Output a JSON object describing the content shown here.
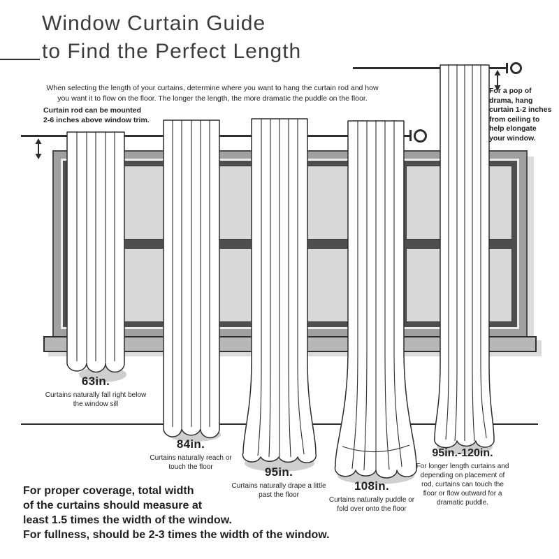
{
  "title": {
    "line1": "Window Curtain Guide",
    "line2": "to Find the Perfect Length"
  },
  "intro": "When selecting the length of your curtains, determine where you want to hang the curtain rod and how you want it to flow on the floor. The longer the length, the more dramatic the puddle on the floor.",
  "rod_note": {
    "line1": "Curtain rod can be mounted",
    "line2": "2-6 inches above window trim."
  },
  "ceiling_note": {
    "lines": [
      "For a pop of",
      "drama, hang",
      "curtain 1-2 inches",
      "from ceiling to",
      "help elongate",
      "your window."
    ]
  },
  "curtains": [
    {
      "length": "63in.",
      "description": "Curtains naturally fall right below the window sill"
    },
    {
      "length": "84in.",
      "description": "Curtains naturally reach or touch the floor"
    },
    {
      "length": "95in.",
      "description": "Curtains naturally drape a little past the floor"
    },
    {
      "length": "108in.",
      "description": "Curtains naturally puddle or fold over onto the floor"
    },
    {
      "length": "95in.-120in.",
      "description": "For longer length curtains and depending on placement of rod, curtains can touch the floor or flow outward for a dramatic puddle."
    }
  ],
  "footer": {
    "lines": [
      "For proper coverage, total width",
      "of the curtains should measure at",
      "least 1.5 times the width of the window.",
      "For fullness, should be 2-3 times the width of the window."
    ]
  },
  "colors": {
    "ink": "#2d2d2d",
    "text": "#1f1f1f",
    "title": "#3c3c3c",
    "window_casing": "#a0a0a0",
    "window_pane": "#d8d8d8",
    "window_mullion": "#4e4e4e",
    "sill": "#b7b7b7",
    "shadow": "#dcdcdc",
    "curtain_fill": "#ffffff"
  }
}
